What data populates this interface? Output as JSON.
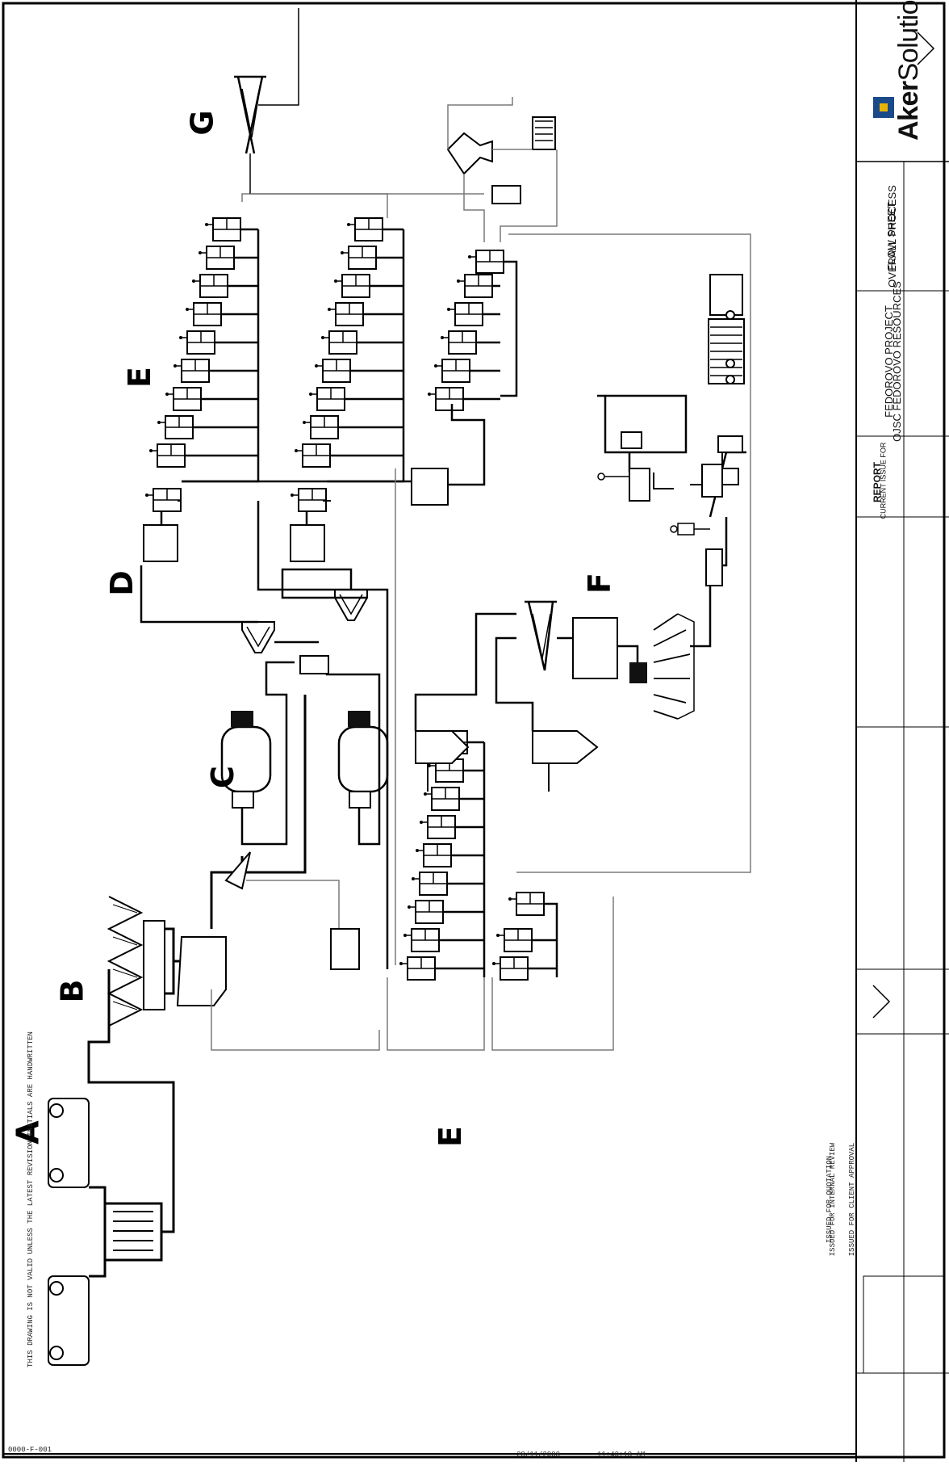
{
  "sections": [
    "A",
    "B",
    "C",
    "D",
    "E",
    "E",
    "F",
    "G"
  ],
  "title_block": {
    "logo_bold": "Aker",
    "logo_rest": "Solutions",
    "title_line1": "OVERALL  PROCESS",
    "title_line2": "FLOW  SHEET",
    "client_line1": "OJSC  FEDOROVO  RESOURCES",
    "client_line2": "FEDOROVO  PROJECT",
    "issue_line1": "CURRENT ISSUE FOR",
    "issue_line2": "REPORT",
    "revisions": [
      "ISSUED FOR INTERNAL REVIEW",
      "ISSUED FOR QUOTATION",
      "ISSUED FOR CLIENT APPROVAL"
    ],
    "note": "THIS DRAWING IS NOT VALID UNLESS THE LATEST REVISION INITIALS ARE HANDWRITTEN",
    "drawing_no": "0000-F-001",
    "footer_date": "28/11/2008",
    "footer_time": "11:40:18 AM"
  },
  "colors": {
    "line": "#000000",
    "pipe_light": "#7a7a7a",
    "paper": "#ffffff"
  }
}
